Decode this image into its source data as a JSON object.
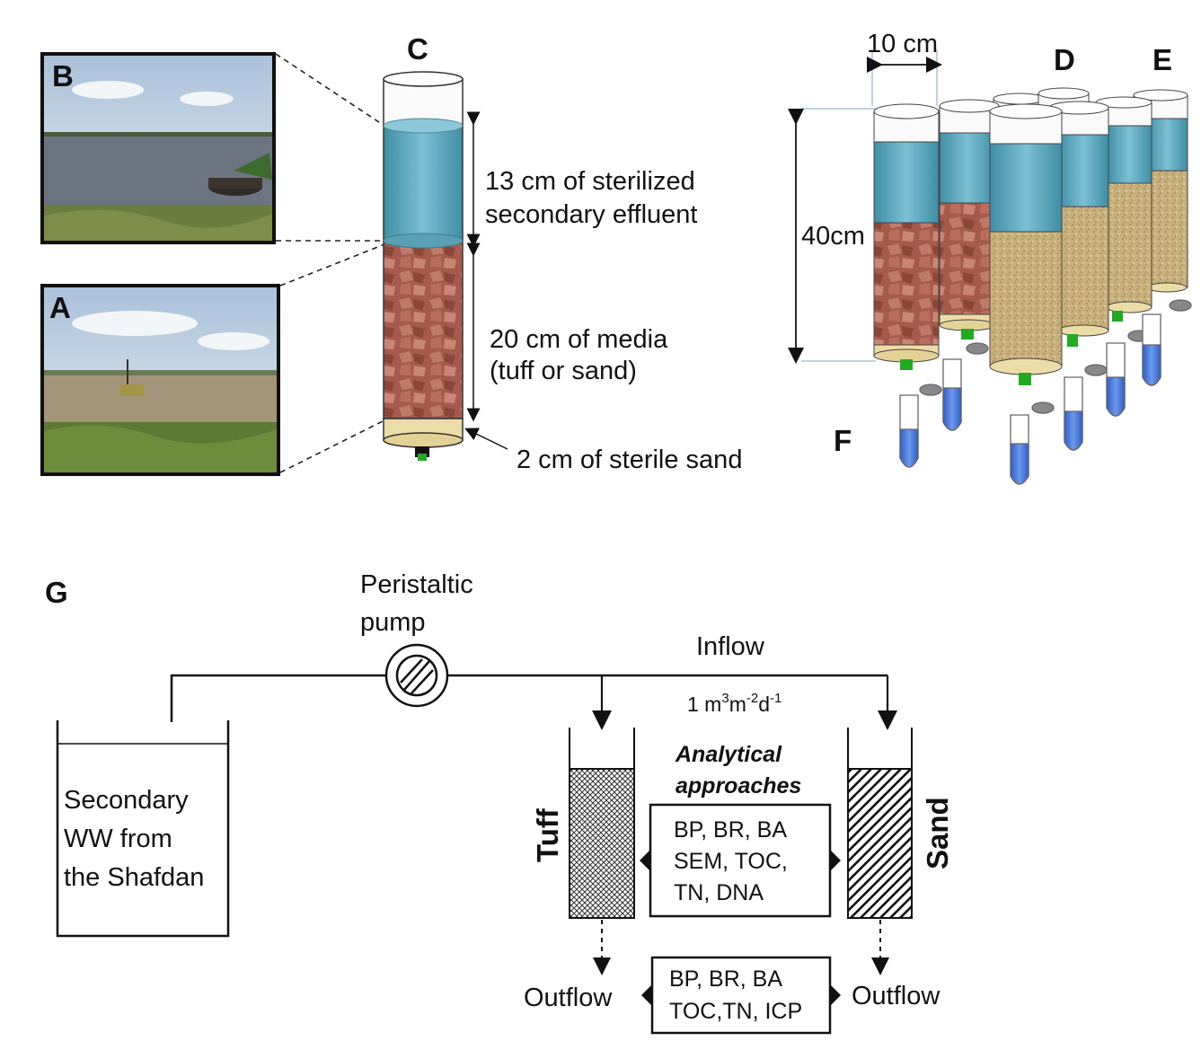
{
  "panels": {
    "b_label": "B",
    "a_label": "A",
    "c_label": "C",
    "d_label": "D",
    "e_label": "E",
    "f_label": "F",
    "g_label": "G"
  },
  "column_c": {
    "water_label_line1": "13 cm of sterilized",
    "water_label_line2": "secondary effluent",
    "media_label_line1": "20 cm of media",
    "media_label_line2": "(tuff or sand)",
    "sand_label": "2 cm of sterile sand"
  },
  "columns_de": {
    "width_label": "10 cm",
    "height_label": "40cm"
  },
  "schematic": {
    "pump_label_line1": "Peristaltic",
    "pump_label_line2": "pump",
    "inflow_label": "Inflow",
    "rate_prefix": "1 m",
    "rate_sup1": "3",
    "rate_mid": "m",
    "rate_sup2": "-2",
    "rate_mid2": "d",
    "rate_sup3": "-1",
    "tank_line1": "Secondary",
    "tank_line2": "WW from",
    "tank_line3": "the Shafdan",
    "tuff_label": "Tuff",
    "sand_label": "Sand",
    "analytical_line1": "Analytical",
    "analytical_line2": "approaches",
    "box1_line1": "BP, BR, BA",
    "box1_line2": "SEM, TOC,",
    "box1_line3": "TN, DNA",
    "box2_line1": "BP, BR, BA",
    "box2_line2": "TOC,TN, ICP",
    "outflow_left": "Outflow",
    "outflow_right": "Outflow"
  },
  "colors": {
    "water": "#5fa8bd",
    "tuff": "#a85a4e",
    "sand_media": "#c9b27e",
    "sterile_sand": "#ecdca8",
    "sky": "#c6d6e6",
    "grass": "#5d7a35",
    "liquid": "#3f6fd0",
    "tap": "#22aa22"
  }
}
